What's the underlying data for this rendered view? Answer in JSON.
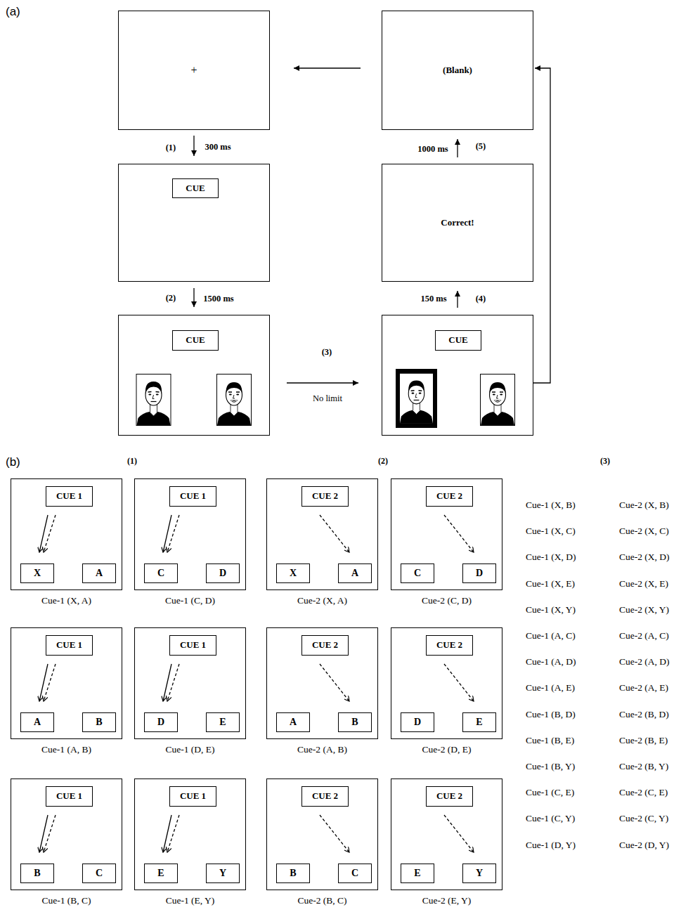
{
  "diagram": {
    "nodes": [
      {
        "text": [
          "+"
        ]
      },
      {
        "text": [
          "(Blank)"
        ]
      },
      {
        "text": []
      },
      {
        "text": [
          "CUE"
        ],
        "in": 2
      },
      {
        "text": [
          "Correct!"
        ]
      },
      {
        "text": []
      },
      {
        "text": [
          "CUE"
        ],
        "in": 5
      },
      {
        "text": []
      },
      {
        "text": [
          "CUE"
        ],
        "in": 7
      },
      {
        "text": [
          "Cue-1 (X, A)"
        ]
      },
      {
        "text": [
          "CUE 1"
        ],
        "in": 9
      },
      {
        "text": [
          "X"
        ],
        "in": 9
      },
      {
        "text": [
          "A"
        ],
        "in": 9
      },
      {
        "text": [
          "Cue-1 (C, D)"
        ]
      },
      {
        "text": [
          "CUE 1"
        ],
        "in": 13
      },
      {
        "text": [
          "C"
        ],
        "in": 13
      },
      {
        "text": [
          "D"
        ],
        "in": 13
      },
      {
        "text": [
          "Cue-2 (X, A)"
        ]
      },
      {
        "text": [
          "CUE 2"
        ],
        "in": 17
      },
      {
        "text": [
          "X"
        ],
        "in": 17
      },
      {
        "text": [
          "A"
        ],
        "in": 17
      },
      {
        "text": [
          "Cue-2 (C, D)"
        ]
      },
      {
        "text": [
          "CUE 2"
        ],
        "in": 21
      },
      {
        "text": [
          "C"
        ],
        "in": 21
      },
      {
        "text": [
          "D"
        ],
        "in": 21
      },
      {
        "text": [
          "Cue-1 (A, B)"
        ]
      },
      {
        "text": [
          "CUE 1"
        ],
        "in": 25
      },
      {
        "text": [
          "A"
        ],
        "in": 25
      },
      {
        "text": [
          "B"
        ],
        "in": 25
      },
      {
        "text": [
          "Cue-1 (D, E)"
        ]
      },
      {
        "text": [
          "CUE 1"
        ],
        "in": 29
      },
      {
        "text": [
          "D"
        ],
        "in": 29
      },
      {
        "text": [
          "E"
        ],
        "in": 29
      },
      {
        "text": [
          "Cue-2 (A, B)"
        ]
      },
      {
        "text": [
          "CUE 2"
        ],
        "in": 33
      },
      {
        "text": [
          "A"
        ],
        "in": 33
      },
      {
        "text": [
          "B"
        ],
        "in": 33
      },
      {
        "text": [
          "Cue-2 (D, E)"
        ]
      },
      {
        "text": [
          "CUE 2"
        ],
        "in": 37
      },
      {
        "text": [
          "D"
        ],
        "in": 37
      },
      {
        "text": [
          "E"
        ],
        "in": 37
      },
      {
        "text": [
          "Cue-1 (B, C)"
        ]
      },
      {
        "text": [
          "CUE 1"
        ],
        "in": 41
      },
      {
        "text": [
          "B"
        ],
        "in": 41
      },
      {
        "text": [
          "C"
        ],
        "in": 41
      },
      {
        "text": [
          "Cue-1 (E, Y)"
        ]
      },
      {
        "text": [
          "CUE 1"
        ],
        "in": 45
      },
      {
        "text": [
          "E"
        ],
        "in": 45
      },
      {
        "text": [
          "Y"
        ],
        "in": 45
      },
      {
        "text": [
          "Cue-2 (B, C)"
        ]
      },
      {
        "text": [
          "CUE 2"
        ],
        "in": 49
      },
      {
        "text": [
          "B"
        ],
        "in": 49
      },
      {
        "text": [
          "C"
        ],
        "in": 49
      },
      {
        "text": [
          "Cue-2 (E, Y)"
        ]
      },
      {
        "text": [
          "CUE 2"
        ],
        "in": 53
      },
      {
        "text": [
          "E"
        ],
        "in": 53
      },
      {
        "text": [
          "Y"
        ],
        "in": 53
      }
    ],
    "edges": [
      {
        "from": 0,
        "to": 2,
        "arrow": "to",
        "label": "300 ms"
      },
      {
        "from": 2,
        "to": 5,
        "arrow": "to",
        "label": "1500 ms"
      },
      {
        "from": 5,
        "to": 7,
        "arrow": "to",
        "label": "No limit"
      },
      {
        "from": 7,
        "to": 4,
        "arrow": "to",
        "label": "150 ms"
      },
      {
        "from": 4,
        "to": 1,
        "arrow": "to",
        "label": "1000 ms"
      },
      {
        "from": 1,
        "to": 0,
        "arrow": "to"
      },
      {
        "from": 7,
        "to": 1,
        "arrow": "to"
      },
      {
        "from": 10,
        "to": 11,
        "arrow": "to"
      },
      {
        "from": 10,
        "to": 11,
        "arrow": "to"
      },
      {
        "from": 14,
        "to": 15,
        "arrow": "to"
      },
      {
        "from": 14,
        "to": 15,
        "arrow": "to"
      },
      {
        "from": 18,
        "to": 20,
        "arrow": "to"
      },
      {
        "from": 22,
        "to": 24,
        "arrow": "to"
      },
      {
        "from": 26,
        "to": 27,
        "arrow": "to"
      },
      {
        "from": 26,
        "to": 27,
        "arrow": "to"
      },
      {
        "from": 30,
        "to": 31,
        "arrow": "to"
      },
      {
        "from": 30,
        "to": 31,
        "arrow": "to"
      },
      {
        "from": 34,
        "to": 36,
        "arrow": "to"
      },
      {
        "from": 38,
        "to": 40,
        "arrow": "to"
      },
      {
        "from": 42,
        "to": 43,
        "arrow": "to"
      },
      {
        "from": 42,
        "to": 43,
        "arrow": "to"
      },
      {
        "from": 46,
        "to": 47,
        "arrow": "to"
      },
      {
        "from": 46,
        "to": 47,
        "arrow": "to"
      },
      {
        "from": 50,
        "to": 52,
        "arrow": "to"
      },
      {
        "from": 54,
        "to": 56,
        "arrow": "to"
      }
    ],
    "labels": [
      "(a)",
      "(1)",
      "(2)",
      "(3)",
      "(4)",
      "(5)",
      "(b)",
      "(1)",
      "(2)",
      "(3)",
      "Cue-1 (X, B)",
      "Cue-2 (X, B)",
      "Cue-1 (X, C)",
      "Cue-2 (X, C)",
      "Cue-1 (X, D)",
      "Cue-2 (X, D)",
      "Cue-1 (X, E)",
      "Cue-2 (X, E)",
      "Cue-1 (X, Y)",
      "Cue-2 (X, Y)",
      "Cue-1 (A, C)",
      "Cue-2 (A, C)",
      "Cue-1 (A, D)",
      "Cue-2 (A, D)",
      "Cue-1 (A, E)",
      "Cue-2 (A, E)",
      "Cue-1 (B, D)",
      "Cue-2 (B, D)",
      "Cue-1 (B, E)",
      "Cue-2 (B, E)",
      "Cue-1 (B, Y)",
      "Cue-2 (B, Y)",
      "Cue-1 (C, E)",
      "Cue-2 (C, E)",
      "Cue-1 (C, Y)",
      "Cue-2 (C, Y)",
      "Cue-1 (D, Y)",
      "Cue-2 (D, Y)"
    ]
  }
}
